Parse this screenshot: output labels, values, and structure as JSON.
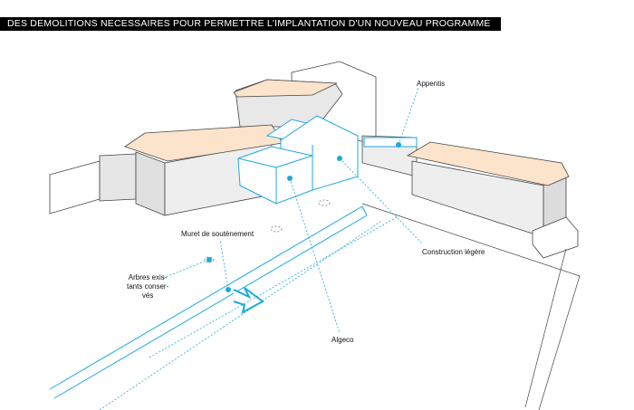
{
  "title": "DES DEMOLITIONS NECESSAIRES POUR PERMETTRE L'IMPLANTATION D'UN NOUVEAU PROGRAMME",
  "labels": {
    "appentis": "Appentis",
    "construction": "Construction légère",
    "muret": "Muret de soutènement",
    "arbres": [
      "Arbres exis-",
      "tants conser-",
      "vés"
    ],
    "algeco": "Algeco"
  },
  "colors": {
    "highlight": "#1aa9e0",
    "roof": "#fbe3cc",
    "wall": "#ebebeb",
    "outline": "#444444"
  }
}
